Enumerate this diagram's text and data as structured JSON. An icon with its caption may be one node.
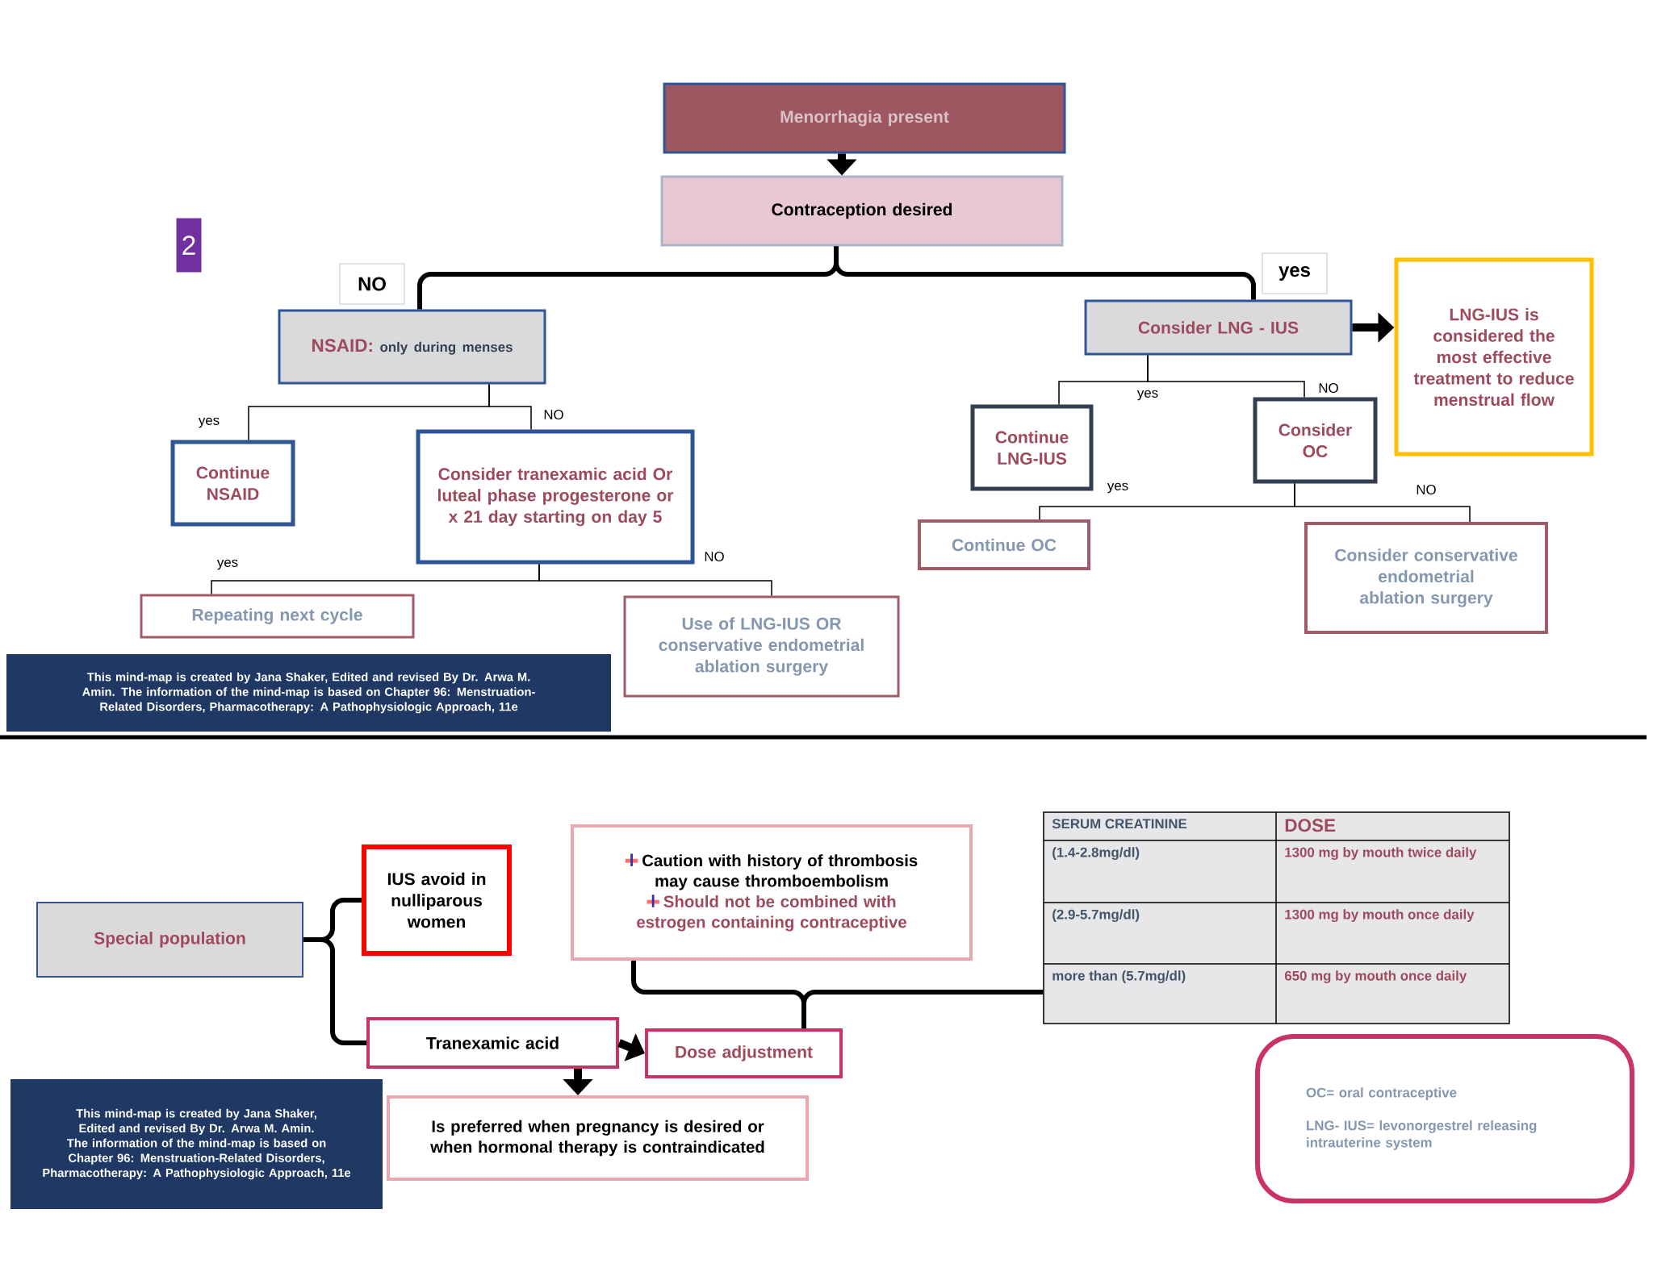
{
  "diagram": {
    "nodes": [
      {
        "text": [
          "Menorrhagia present"
        ]
      },
      {
        "text": [
          "Contraception desired"
        ]
      },
      {
        "text": [
          "NSAID:",
          "only during menses"
        ]
      },
      {
        "text": [
          "Continue NSAID"
        ]
      },
      {
        "text": [
          "Consider tranexamic acid Or luteal phase progesterone or x 21 day starting on day 5"
        ]
      },
      {
        "text": [
          "Repeating next cycle"
        ]
      },
      {
        "text": [
          "Use of LNG-IUS OR conservative endometrial ablation surgery"
        ]
      },
      {
        "text": [
          "Consider LNG - IUS"
        ]
      },
      {
        "text": [
          "LNG-IUS is considered the most effective treatment to reduce menstrual flow"
        ]
      },
      {
        "text": [
          "Continue LNG-IUS"
        ]
      },
      {
        "text": [
          "Consider OC"
        ]
      },
      {
        "text": [
          "Continue OC"
        ]
      },
      {
        "text": [
          "Consider conservative endometrial ablation surgery"
        ]
      },
      {
        "text": [
          "This mind-map is created by Jana Shaker, Edited and revised By Dr. Arwa M. Amin. The information of the mind-map is based on Chapter 96: Menstruation-Related Disorders, Pharmacotherapy: A Pathophysiologic Approach, 11e"
        ]
      },
      {
        "text": [
          "Special population"
        ]
      },
      {
        "text": [
          "IUS avoid in nulliparous women"
        ]
      },
      {
        "text": [
          "Tranexamic acid"
        ]
      },
      {
        "text": [
          "Dose adjustment"
        ]
      },
      {
        "text": [
          "Is preferred when pregnancy is desired or when hormonal therapy is contraindicated"
        ]
      },
      {
        "text": [
          "Caution with history of thrombosis may cause thromboembolism",
          "Should not be combined with estrogen containing contraceptive"
        ]
      },
      {
        "text": [
          "This mind-map is created by Jana Shaker, Edited and revised By Dr. Arwa M. Amin. The information of the mind-map is based on Chapter 96: Menstruation-Related Disorders, Pharmacotherapy: A Pathophysiologic Approach, 11e"
        ]
      },
      {
        "text": [
          "OC= oral contraceptive",
          "LNG- IUS= levonorgestrel releasing intrauterine system"
        ]
      },
      {
        "text": [
          "SERUM CREATININE",
          "DOSE",
          "(1.4-2.8mg/dl)",
          "1300 mg by mouth twice daily",
          "(2.9-5.7mg/dl)",
          "1300 mg by mouth once daily",
          "more than (5.7mg/dl)",
          "650 mg by mouth once daily"
        ]
      }
    ],
    "edges": [
      {
        "from": 0,
        "to": 1,
        "arrow": "to"
      },
      {
        "from": 1,
        "to": 2,
        "arrow": "none",
        "label": "NO"
      },
      {
        "from": 1,
        "to": 7,
        "arrow": "none",
        "label": "yes"
      },
      {
        "from": 2,
        "to": 3,
        "arrow": "none",
        "label": "yes"
      },
      {
        "from": 2,
        "to": 4,
        "arrow": "none",
        "label": "NO"
      },
      {
        "from": 4,
        "to": 5,
        "arrow": "none",
        "label": "yes"
      },
      {
        "from": 4,
        "to": 6,
        "arrow": "none",
        "label": "NO"
      },
      {
        "from": 7,
        "to": 8,
        "arrow": "to"
      },
      {
        "from": 7,
        "to": 9,
        "arrow": "none",
        "label": "yes"
      },
      {
        "from": 7,
        "to": 10,
        "arrow": "none",
        "label": "NO"
      },
      {
        "from": 10,
        "to": 11,
        "arrow": "none",
        "label": "yes"
      },
      {
        "from": 10,
        "to": 12,
        "arrow": "none",
        "label": "NO"
      },
      {
        "from": 14,
        "to": 15,
        "arrow": "none"
      },
      {
        "from": 14,
        "to": 16,
        "arrow": "none"
      },
      {
        "from": 16,
        "to": 17,
        "arrow": "to"
      },
      {
        "from": 16,
        "to": 18,
        "arrow": "to"
      },
      {
        "from": 17,
        "to": 19,
        "arrow": "none"
      },
      {
        "from": 17,
        "to": 22,
        "arrow": "none"
      }
    ],
    "labels": [
      "2"
    ]
  }
}
